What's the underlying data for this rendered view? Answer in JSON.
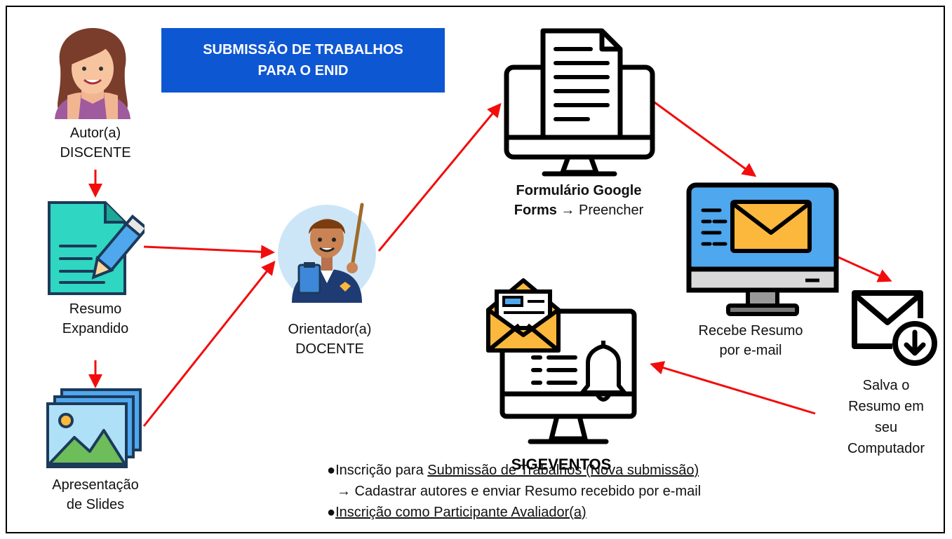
{
  "title": {
    "line1": "SUBMISSÃO DE TRABALHOS",
    "line2": "PARA O ENID"
  },
  "nodes": {
    "autor": {
      "line1": "Autor(a)",
      "line2": "DISCENTE"
    },
    "resumo": {
      "line1": "Resumo",
      "line2": "Expandido"
    },
    "slides": {
      "line1": "Apresentação",
      "line2": "de Slides"
    },
    "orientador": {
      "line1": "Orientador(a)",
      "line2": "DOCENTE"
    },
    "forms": {
      "bold1": "Formulário Google",
      "bold2": "Forms",
      "rest": " → Preencher"
    },
    "recebe": {
      "line1": "Recebe Resumo",
      "line2": "por e-mail"
    },
    "salva": {
      "line1": "Salva o",
      "line2": "Resumo em",
      "line3": "seu",
      "line4": "Computador"
    }
  },
  "sigeventos": {
    "title": "SIGEVENTOS",
    "item1_prefix": "●Inscrição para ",
    "item1_link": "Submissão de Trabalhos (Nova submissão)",
    "item1_sub": "→ Cadastrar autores e enviar Resumo recebido por e-mail",
    "item2_prefix": "●",
    "item2_link": "Inscrição como Participante Avaliador(a)"
  },
  "colors": {
    "arrow": "#f20d0d",
    "title_bg": "#0e57d3",
    "monitor": "#000000",
    "envelope": "#fbb83d",
    "screen_blue": "#4fa7ee"
  }
}
